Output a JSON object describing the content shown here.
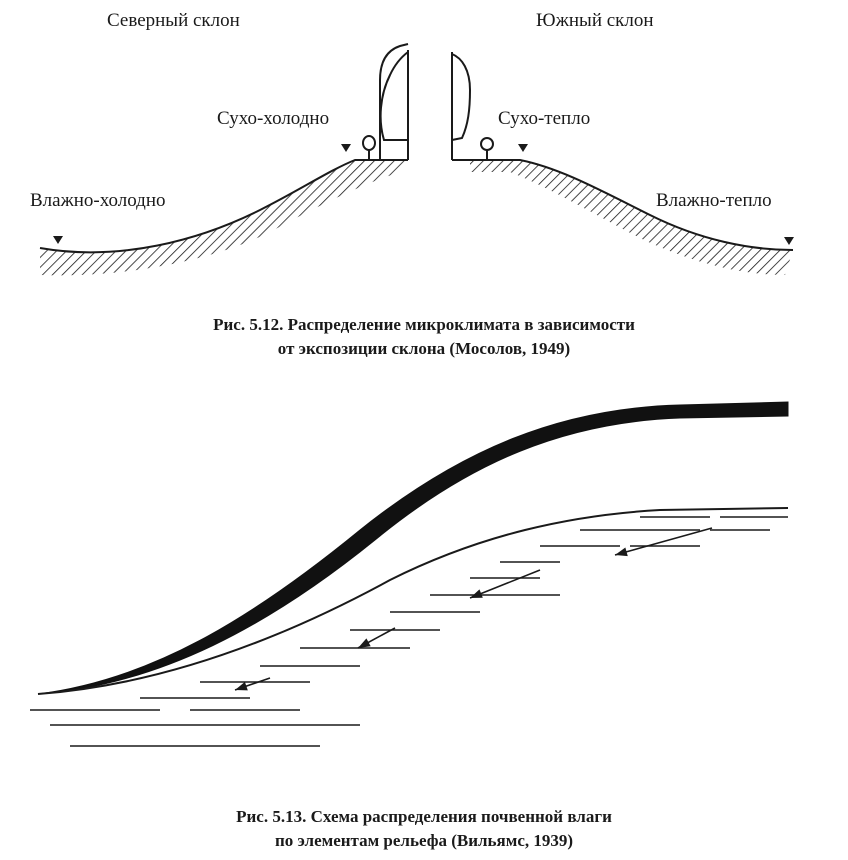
{
  "fig1": {
    "north_slope": "Северный склон",
    "south_slope": "Южный склон",
    "dry_cold": "Сухо-холодно",
    "dry_warm": "Сухо-тепло",
    "wet_cold": "Влажно-холодно",
    "wet_warm": "Влажно-тепло",
    "caption_line1": "Рис. 5.12. Распределение микроклимата в зависимости",
    "caption_line2": "от экспозиции склона (Мосолов, 1949)"
  },
  "fig2": {
    "caption_line1": "Рис. 5.13. Схема распределения почвенной влаги",
    "caption_line2": "по элементам рельефа (Вильямс, 1939)"
  },
  "colors": {
    "ink": "#1a1a1a",
    "background": "#ffffff"
  }
}
